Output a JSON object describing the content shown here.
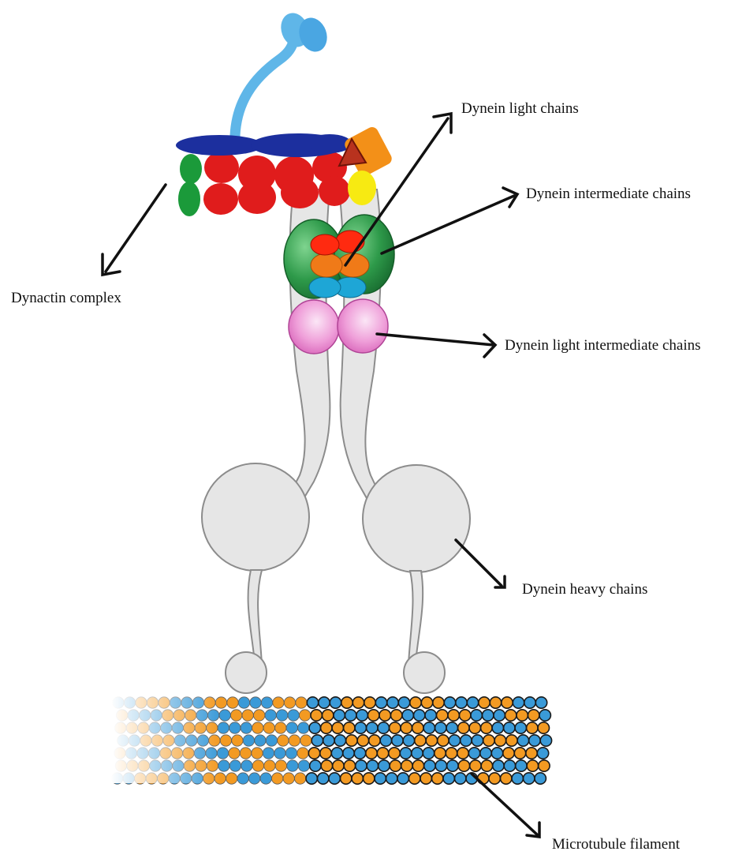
{
  "labels": {
    "dynein_light_chains": "Dynein light chains",
    "dynein_intermediate_chains": "Dynein intermediate chains",
    "dynactin_complex": "Dynactin complex",
    "dynein_light_intermediate_chains": "Dynein light intermediate chains",
    "dynein_heavy_chains": "Dynein heavy chains",
    "microtubule_filament": "Microtubule filament"
  },
  "colors": {
    "heavy_chain_fill": "#e6e6e6",
    "heavy_chain_stroke": "#8c8c8c",
    "intermediate_green": "#2e9a4a",
    "light_chain_red": "#ff2a10",
    "light_chain_orange": "#f07a18",
    "light_chain_blue": "#1ea6d6",
    "lic_pink": "#ea78c8",
    "dynactin_blue": "#1c2f9e",
    "dynactin_red": "#e01c1c",
    "dynactin_green": "#1b9a3a",
    "dynactin_yellow": "#f7ea12",
    "dynactin_orange": "#f39018",
    "dynactin_arm": "#5fb6e8",
    "microtubule_orange": "#f39a22",
    "microtubule_blue": "#3a9ad8",
    "arrow": "#111111"
  }
}
